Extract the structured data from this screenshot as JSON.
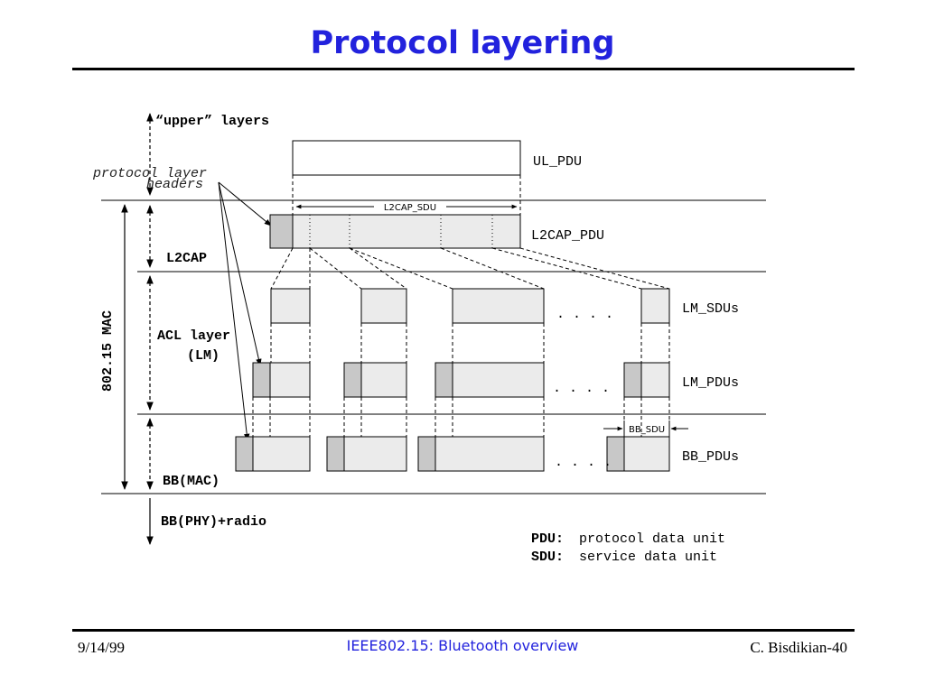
{
  "title": "Protocol layering",
  "footer": {
    "date": "9/14/99",
    "center": "IEEE802.15: Bluetooth overview",
    "right": "C. Bisdikian-40"
  },
  "layers": {
    "upper": "“upper” layers",
    "l2cap": "L2CAP",
    "acl_line1": "ACL layer",
    "acl_line2": "(LM)",
    "bb_mac": "BB(MAC)",
    "bb_phy": "BB(PHY)+radio",
    "mac_bracket": "802.15 MAC"
  },
  "annotations": {
    "headers_line1": "protocol layer",
    "headers_line2": "headers"
  },
  "pdus": {
    "ul_pdu": "UL_PDU",
    "l2cap_sdu": "L2CAP_SDU",
    "l2cap_pdu": "L2CAP_PDU",
    "lm_sdus": "LM_SDUs",
    "lm_pdus": "LM_PDUs",
    "bb_sdu": "BB_SDU",
    "bb_pdus": "BB_PDUs",
    "ellipsis": ". . . ."
  },
  "legend": {
    "pdu_term": "PDU:",
    "pdu_def": "protocol data unit",
    "sdu_term": "SDU:",
    "sdu_def": "service data unit"
  },
  "colors": {
    "title": "#2222dd",
    "box_fill": "#ebebeb",
    "header_fill": "#c8c8c8"
  }
}
